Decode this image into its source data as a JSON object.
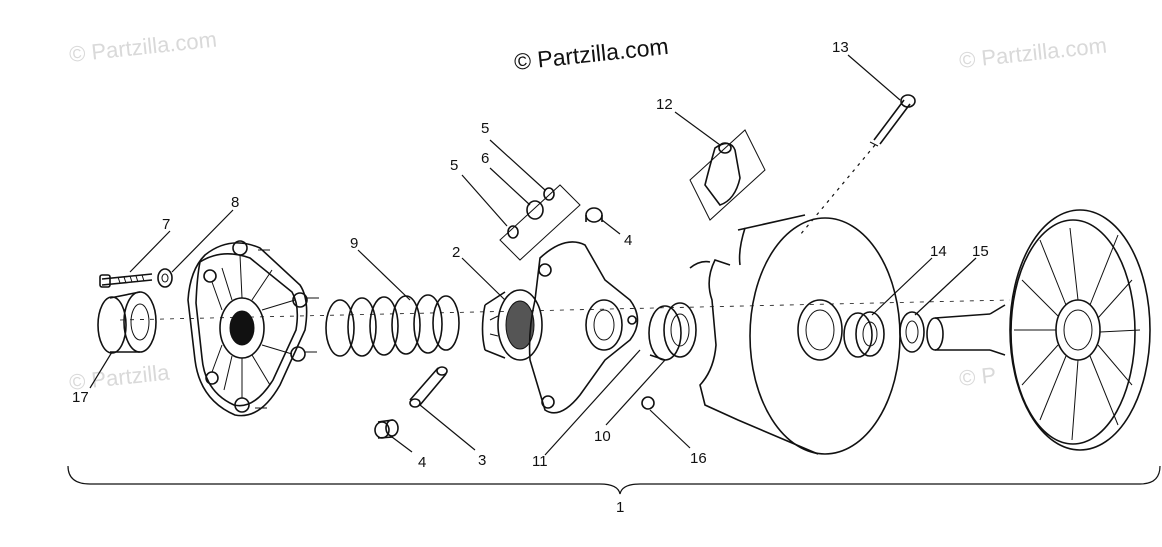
{
  "watermarks": {
    "main": "© Partzilla.com",
    "corner_left": "© Partzilla.com",
    "corner_right": "© Partzilla.com",
    "faded_left": "© Partzilla",
    "faded_right": "© P"
  },
  "callouts": {
    "c1": "1",
    "c2": "2",
    "c3": "3",
    "c4a": "4",
    "c4b": "4",
    "c5a": "5",
    "c5b": "5",
    "c6": "6",
    "c7": "7",
    "c8": "8",
    "c9": "9",
    "c10": "10",
    "c11": "11",
    "c12": "12",
    "c13": "13",
    "c14": "14",
    "c15": "15",
    "c16": "16",
    "c17": "17"
  }
}
